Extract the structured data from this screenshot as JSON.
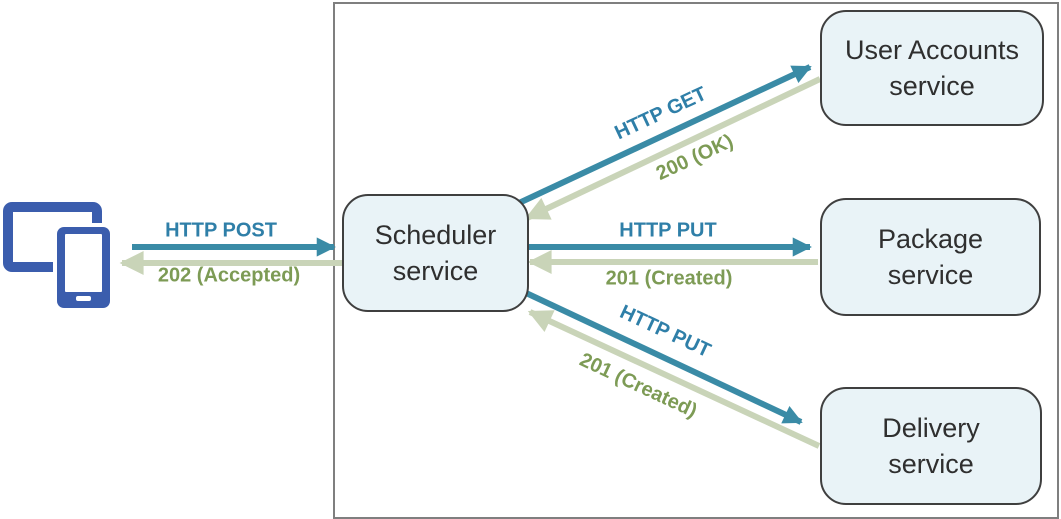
{
  "diagram": {
    "client": {
      "icon": "client-devices-icon"
    },
    "nodes": {
      "scheduler": {
        "line1": "Scheduler",
        "line2": "service"
      },
      "user_accounts": {
        "line1": "User Accounts",
        "line2": "service"
      },
      "package": {
        "line1": "Package",
        "line2": "service"
      },
      "delivery": {
        "line1": "Delivery",
        "line2": "service"
      }
    },
    "edges": {
      "client_scheduler": {
        "request": "HTTP POST",
        "response": "202 (Accepted)"
      },
      "scheduler_user_accounts": {
        "request": "HTTP GET",
        "response": "200 (OK)"
      },
      "scheduler_package": {
        "request": "HTTP PUT",
        "response": "201 (Created)"
      },
      "scheduler_delivery": {
        "request": "HTTP PUT",
        "response": "201 (Created)"
      }
    },
    "colors": {
      "request_arrow": "#3a8ba6",
      "request_text": "#2f7fa8",
      "response_arrow": "#c9d4b8",
      "response_text": "#7d9b55",
      "node_fill": "#e9f3f7",
      "node_border": "#3f3f3f",
      "boundary_border": "#7f7f7f",
      "client_icon_blue": "#3b5dad"
    }
  }
}
